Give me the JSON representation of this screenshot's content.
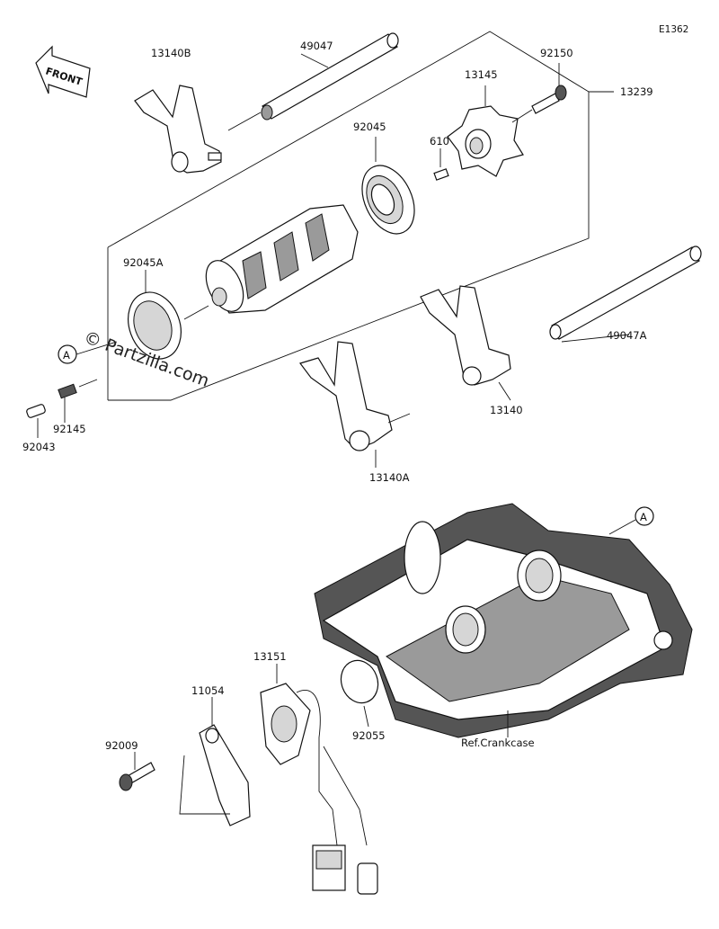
{
  "diagram_code": "E1362",
  "front_label": "FRONT",
  "watermark": "© Partzilla.com",
  "ref_note": "Ref.Crankcase",
  "callout_letter": "A",
  "parts": {
    "p13140B": "13140B",
    "p49047": "49047",
    "p13145": "13145",
    "p92150": "92150",
    "p13239": "13239",
    "p92045": "92045",
    "p610": "610",
    "p92045A": "92045A",
    "p49047A": "49047A",
    "p13140": "13140",
    "p13140A": "13140A",
    "p92145": "92145",
    "p92043": "92043",
    "p13151": "13151",
    "p11054": "11054",
    "p92009": "92009",
    "p92055": "92055"
  }
}
